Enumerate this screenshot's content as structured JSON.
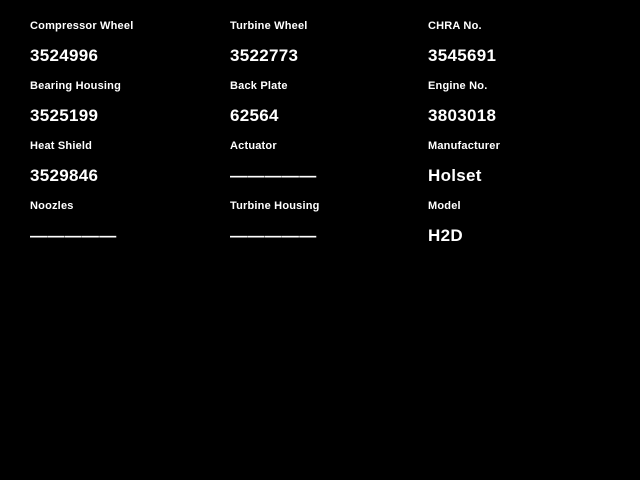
{
  "fields": [
    {
      "label": "Compressor Wheel",
      "value": "3524996"
    },
    {
      "label": "Turbine Wheel",
      "value": "3522773"
    },
    {
      "label": "CHRA No.",
      "value": "3545691"
    },
    {
      "label": "Bearing Housing",
      "value": "3525199"
    },
    {
      "label": "Back Plate",
      "value": "62564"
    },
    {
      "label": "Engine No.",
      "value": "3803018"
    },
    {
      "label": "Heat Shield",
      "value": "3529846"
    },
    {
      "label": "Actuator",
      "value": "—————"
    },
    {
      "label": "Manufacturer",
      "value": "Holset"
    },
    {
      "label": "Noozles",
      "value": "—————"
    },
    {
      "label": "Turbine Housing",
      "value": "—————"
    },
    {
      "label": "Model",
      "value": "H2D"
    }
  ],
  "colors": {
    "background": "#000000",
    "text": "#ffffff"
  }
}
